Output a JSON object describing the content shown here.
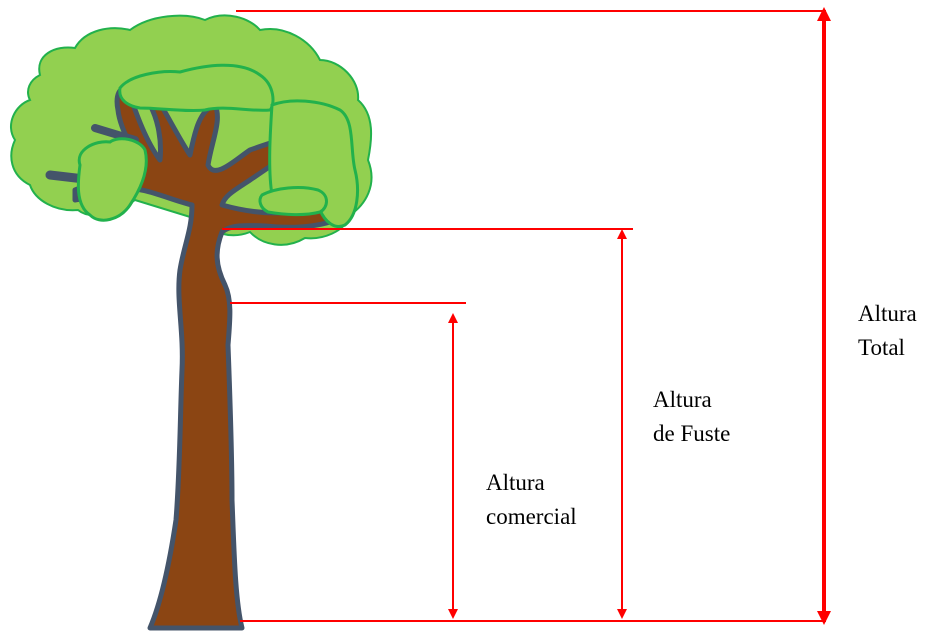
{
  "labels": {
    "total": {
      "line1": "Altura",
      "line2": "Total"
    },
    "fuste": {
      "line1": "Altura",
      "line2": "de Fuste"
    },
    "comercial": {
      "line1": "Altura",
      "line2": "comercial"
    }
  },
  "colors": {
    "measure_line": "#ff0000",
    "canopy_fill": "#92d050",
    "canopy_outline": "#22b14c",
    "trunk_fill": "#8b4513",
    "trunk_outline": "#44546a"
  }
}
